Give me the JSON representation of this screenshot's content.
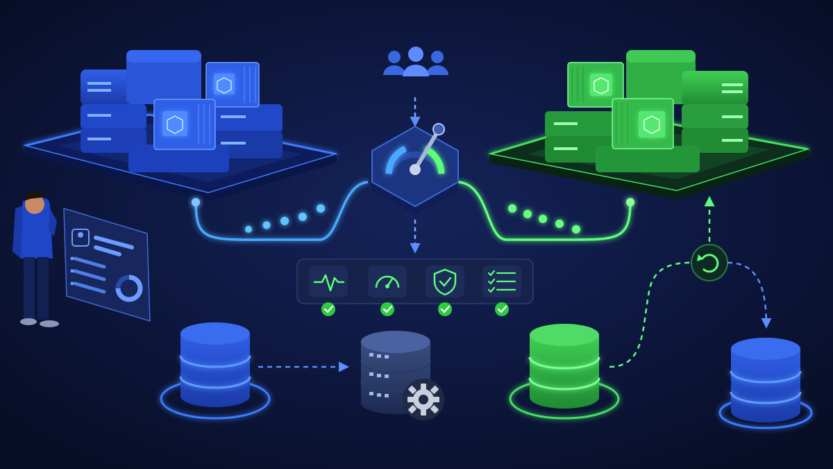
{
  "colors": {
    "background": "#0a1230",
    "blue_env": "#2f63ff",
    "blue_glow": "#4aa8ff",
    "green_env": "#2fc94a",
    "green_glow": "#5dff7a",
    "check_green": "#2ecc40",
    "panel": "#16224a",
    "gauge_body": "#1c3580"
  },
  "icons": {
    "team": "users-group-icon",
    "router": "traffic-gauge-icon",
    "health": "heartbeat-icon",
    "performance": "speedometer-icon",
    "security": "shield-check-icon",
    "checklist": "checklist-icon",
    "rollback": "rollback-icon",
    "db_tool": "gear-icon"
  },
  "diagram": {
    "environments": [
      "blue",
      "green"
    ],
    "checks": [
      "health",
      "performance",
      "security",
      "checklist"
    ],
    "databases": [
      "blue",
      "migration",
      "green",
      "rollback-target"
    ]
  }
}
